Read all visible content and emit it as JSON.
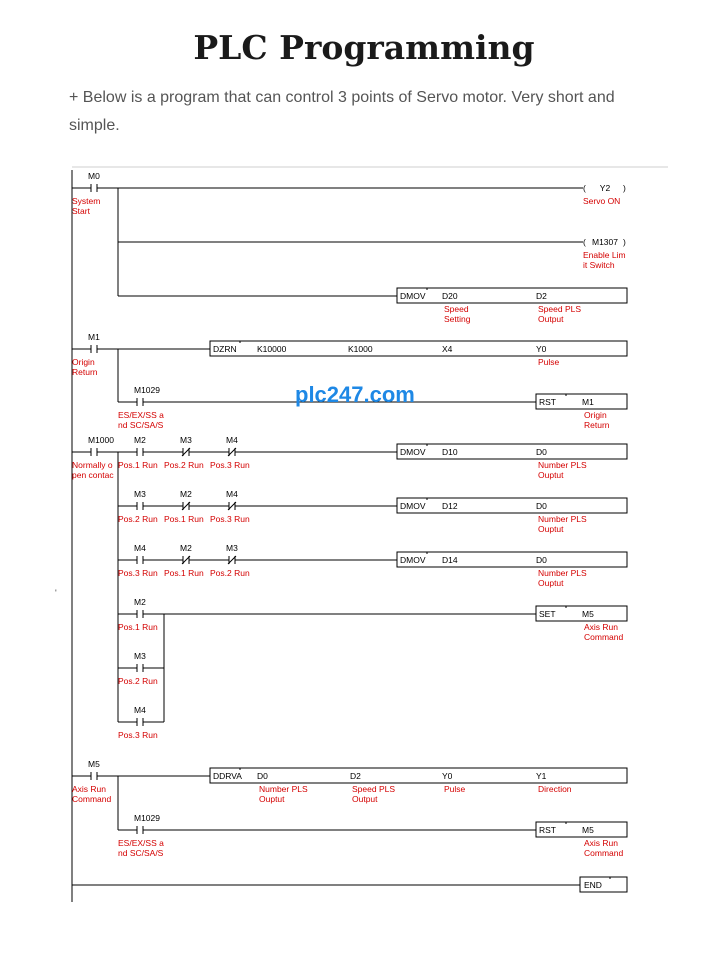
{
  "header": {
    "title": "PLC Programming",
    "intro": "+ Below is a program that can control 3 points of Servo motor. Very short and simple."
  },
  "watermark": "plc247.com",
  "stray_mark": "'",
  "diagram": {
    "contacts": [
      {
        "id": "c_m0",
        "dev": "M0",
        "cmt": [
          "System",
          "Start"
        ]
      },
      {
        "id": "c_m1",
        "dev": "M1",
        "cmt": [
          "Origin",
          "Return"
        ]
      },
      {
        "id": "c_m1029a",
        "dev": "M1029",
        "cmt": [
          "ES/EX/SS a",
          "nd SC/SA/S"
        ]
      },
      {
        "id": "c_m1000",
        "dev": "M1000",
        "cmt": [
          "Normally o",
          "pen contac"
        ]
      },
      {
        "id": "c_r5_m2",
        "dev": "M2",
        "cmt": [
          "Pos.1 Run"
        ]
      },
      {
        "id": "c_r5_m3",
        "dev": "M3",
        "cmt": [
          "Pos.2 Run"
        ]
      },
      {
        "id": "c_r5_m4",
        "dev": "M4",
        "cmt": [
          "Pos.3 Run"
        ]
      },
      {
        "id": "c_r6_m3",
        "dev": "M3",
        "cmt": [
          "Pos.2 Run"
        ]
      },
      {
        "id": "c_r6_m2",
        "dev": "M2",
        "cmt": [
          "Pos.1 Run"
        ]
      },
      {
        "id": "c_r6_m4",
        "dev": "M4",
        "cmt": [
          "Pos.3 Run"
        ]
      },
      {
        "id": "c_r7_m4",
        "dev": "M4",
        "cmt": [
          "Pos.3 Run"
        ]
      },
      {
        "id": "c_r7_m2",
        "dev": "M2",
        "cmt": [
          "Pos.1 Run"
        ]
      },
      {
        "id": "c_r7_m3",
        "dev": "M3",
        "cmt": [
          "Pos.2 Run"
        ]
      },
      {
        "id": "c_r8_m2",
        "dev": "M2",
        "cmt": [
          "Pos.1 Run"
        ]
      },
      {
        "id": "c_r8_m3",
        "dev": "M3",
        "cmt": [
          "Pos.2 Run"
        ]
      },
      {
        "id": "c_r8_m4",
        "dev": "M4",
        "cmt": [
          "Pos.3 Run"
        ]
      },
      {
        "id": "c_m5",
        "dev": "M5",
        "cmt": [
          "Axis Run",
          "Command"
        ]
      },
      {
        "id": "c_m1029b",
        "dev": "M1029",
        "cmt": [
          "ES/EX/SS a",
          "nd SC/SA/S"
        ]
      }
    ],
    "coils": [
      {
        "id": "coil_y2",
        "dev": "Y2",
        "cmt": [
          "Servo ON"
        ]
      },
      {
        "id": "coil_m1307",
        "dev": "M1307",
        "cmt": [
          "Enable Lim",
          "it Switch"
        ]
      }
    ],
    "instructions": [
      {
        "id": "i_dmov1",
        "ops": [
          "DMOV",
          "D20",
          "D2"
        ],
        "cmts": [
          [],
          [
            "Speed",
            "Setting"
          ],
          [
            "Speed PLS",
            "Output"
          ]
        ]
      },
      {
        "id": "i_dzrn",
        "ops": [
          "DZRN",
          "K10000",
          "K1000",
          "X4",
          "Y0"
        ],
        "cmts": [
          [],
          [],
          [],
          [],
          [
            "Pulse"
          ]
        ]
      },
      {
        "id": "i_rst1",
        "ops": [
          "RST",
          "M1"
        ],
        "cmts": [
          [],
          [
            "Origin",
            "Return"
          ]
        ]
      },
      {
        "id": "i_dmov2",
        "ops": [
          "DMOV",
          "D10",
          "D0"
        ],
        "cmts": [
          [],
          [],
          [
            "Number PLS",
            "Ouptut"
          ]
        ]
      },
      {
        "id": "i_dmov3",
        "ops": [
          "DMOV",
          "D12",
          "D0"
        ],
        "cmts": [
          [],
          [],
          [
            "Number PLS",
            "Ouptut"
          ]
        ]
      },
      {
        "id": "i_dmov4",
        "ops": [
          "DMOV",
          "D14",
          "D0"
        ],
        "cmts": [
          [],
          [],
          [
            "Number PLS",
            "Ouptut"
          ]
        ]
      },
      {
        "id": "i_set",
        "ops": [
          "SET",
          "M5"
        ],
        "cmts": [
          [],
          [
            "Axis Run",
            "Command"
          ]
        ]
      },
      {
        "id": "i_ddrva",
        "ops": [
          "DDRVA",
          "D0",
          "D2",
          "Y0",
          "Y1"
        ],
        "cmts": [
          [],
          [
            "Number PLS",
            "Ouptut"
          ],
          [
            "Speed PLS",
            "Output"
          ],
          [
            "Pulse"
          ],
          [
            "Direction"
          ]
        ]
      },
      {
        "id": "i_rst2",
        "ops": [
          "RST",
          "M5"
        ],
        "cmts": [
          [],
          [
            "Axis Run",
            "Command"
          ]
        ]
      },
      {
        "id": "i_end",
        "ops": [
          "END"
        ],
        "cmts": [
          []
        ]
      }
    ]
  }
}
